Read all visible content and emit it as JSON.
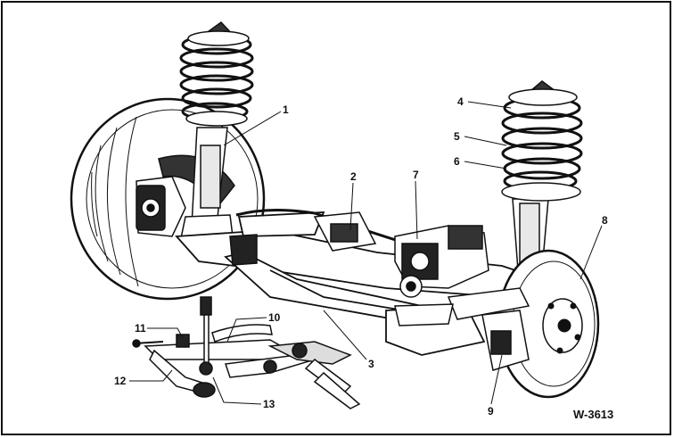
{
  "diagram": {
    "reference": "W-3613",
    "callouts": [
      "1",
      "2",
      "3",
      "4",
      "5",
      "6",
      "7",
      "8",
      "9",
      "10",
      "11",
      "12",
      "13"
    ]
  }
}
